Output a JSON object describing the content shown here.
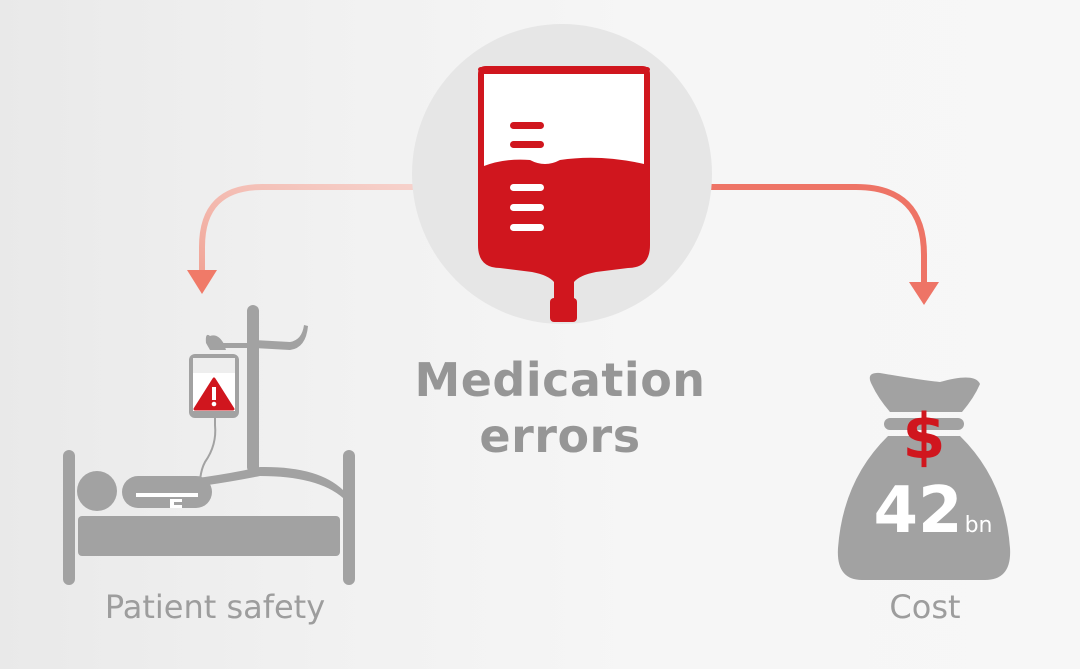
{
  "title": {
    "line1": "Medication",
    "line2": "errors"
  },
  "left_branch": {
    "label": "Patient safety",
    "icons": [
      "hospital-bed-icon",
      "iv-drip-stand-icon",
      "warning-triangle-icon",
      "patient-icon"
    ]
  },
  "right_branch": {
    "label": "Cost",
    "amount": "42",
    "unit": "bn",
    "currency_symbol": "$",
    "icons": [
      "money-bag-icon",
      "dollar-sign-icon"
    ]
  },
  "center_icon": "iv-blood-bag-icon",
  "colors": {
    "accent_red": "#d0161e",
    "arrow_left": "#f3a79c",
    "arrow_right": "#ee7466",
    "gray_icon": "#a2a2a2",
    "circle_bg": "#e6e6e6",
    "text_gray": "#969696"
  }
}
